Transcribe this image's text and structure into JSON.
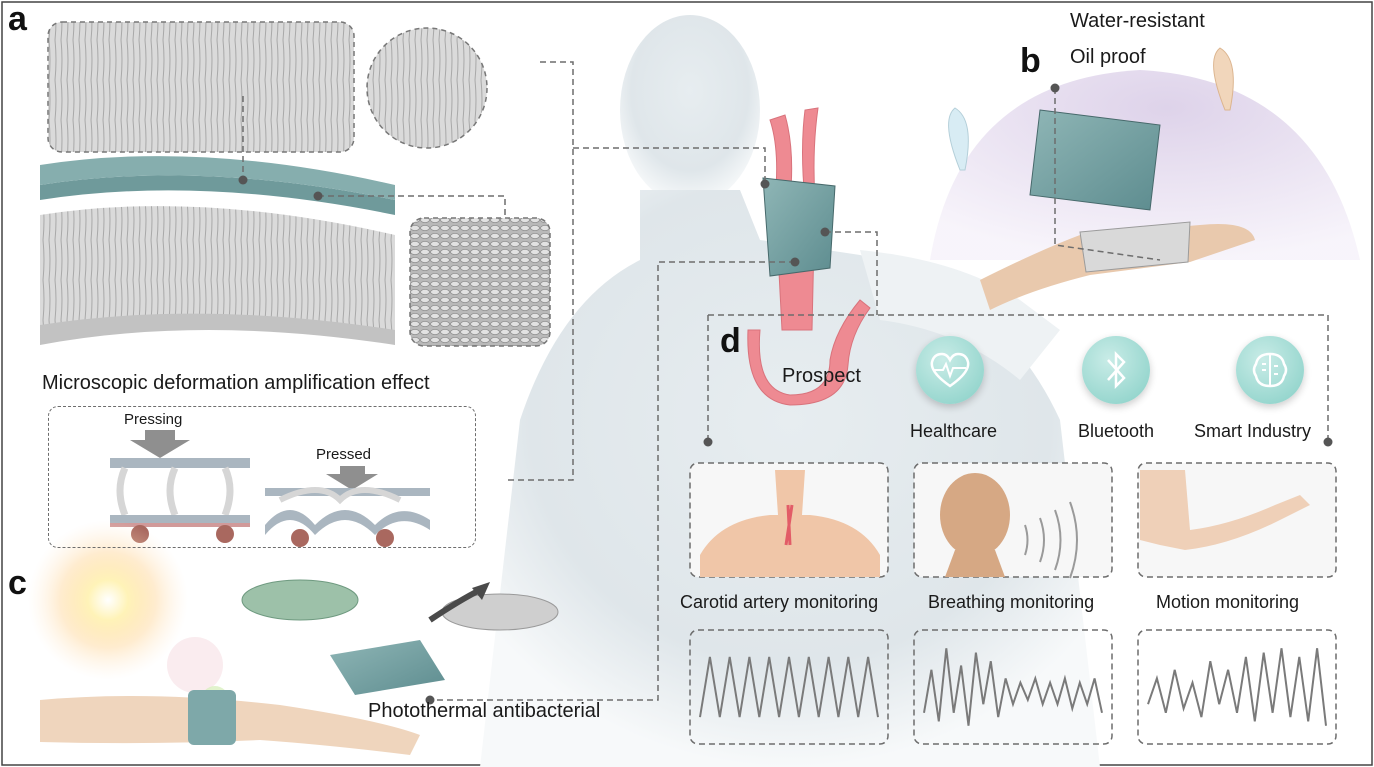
{
  "panels": {
    "a": "a",
    "b": "b",
    "c": "c",
    "d": "d"
  },
  "panel_a": {
    "caption": "Microscopic deformation amplification effect",
    "pressing": "Pressing",
    "pressed": "Pressed"
  },
  "panel_b": {
    "line1": "Water-resistant",
    "line2": "Oil proof"
  },
  "panel_c": {
    "caption": "Photothermal antibacterial"
  },
  "panel_d": {
    "prospect": "Prospect",
    "applications": [
      {
        "label": "Healthcare",
        "icon": "heart-pulse-icon"
      },
      {
        "label": "Bluetooth",
        "icon": "bluetooth-icon"
      },
      {
        "label": "Smart Industry",
        "icon": "brain-chip-icon"
      }
    ],
    "monitoring": [
      {
        "label": "Carotid artery monitoring",
        "signal": [
          0.15,
          0.85,
          0.15,
          0.85,
          0.15,
          0.85,
          0.15,
          0.85,
          0.15,
          0.85,
          0.15,
          0.85,
          0.15,
          0.85,
          0.15,
          0.85,
          0.15,
          0.85,
          0.15
        ]
      },
      {
        "label": "Breathing monitoring",
        "signal": [
          0.2,
          0.7,
          0.1,
          0.95,
          0.2,
          0.75,
          0.05,
          0.9,
          0.3,
          0.8,
          0.15,
          0.6,
          0.3,
          0.55,
          0.35,
          0.6,
          0.3,
          0.55,
          0.3,
          0.6,
          0.25,
          0.55,
          0.3,
          0.6,
          0.2
        ]
      },
      {
        "label": "Motion monitoring",
        "signal": [
          0.3,
          0.6,
          0.2,
          0.7,
          0.25,
          0.55,
          0.15,
          0.8,
          0.3,
          0.7,
          0.2,
          0.85,
          0.1,
          0.9,
          0.2,
          0.95,
          0.15,
          0.85,
          0.1,
          0.95,
          0.05
        ]
      }
    ]
  },
  "colors": {
    "artery": "#ee8a92",
    "fabric": "#6c9a9c",
    "fiber": "#c9c9c9",
    "icon_bg": "#9fdad2",
    "dashed": "#6d6d6d"
  }
}
